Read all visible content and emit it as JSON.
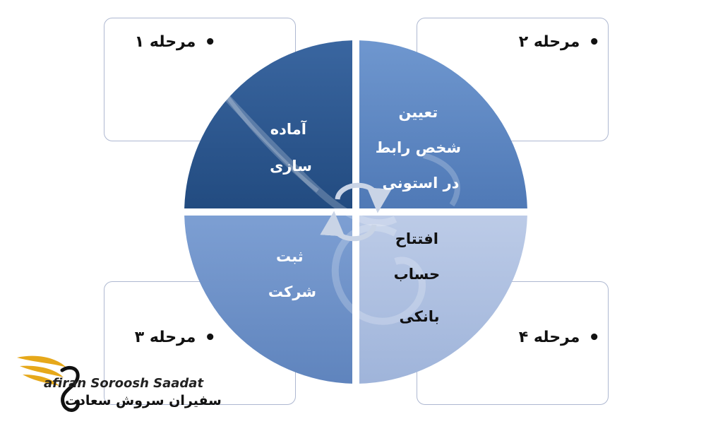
{
  "stages": [
    {
      "label": "مرحله ۱"
    },
    {
      "label": "مرحله ۲"
    },
    {
      "label": "مرحله ۳"
    },
    {
      "label": "مرحله ۴"
    }
  ],
  "quadrants": {
    "top_left": {
      "lines": [
        "آماده",
        "سازی"
      ]
    },
    "top_right": {
      "lines": [
        "تعیین",
        "شخص رابط",
        "در استونی"
      ]
    },
    "bottom_left": {
      "lines": [
        "ثبت",
        "شرکت"
      ]
    },
    "bottom_right": {
      "lines": [
        "افتتاح",
        "حساب",
        "بانکی"
      ]
    }
  },
  "logo": {
    "en": "afiran Soroosh Saadat",
    "fa": "سفیران سروش سعادت"
  },
  "colors": {
    "quad_top_left": "#2f5a92",
    "quad_top_right": "#5e87c2",
    "quad_bottom_left": "#6e90c8",
    "quad_bottom_right": "#b1c3e2",
    "box_border": "#aeb8d1",
    "logo_gold": "#e6a81a"
  }
}
